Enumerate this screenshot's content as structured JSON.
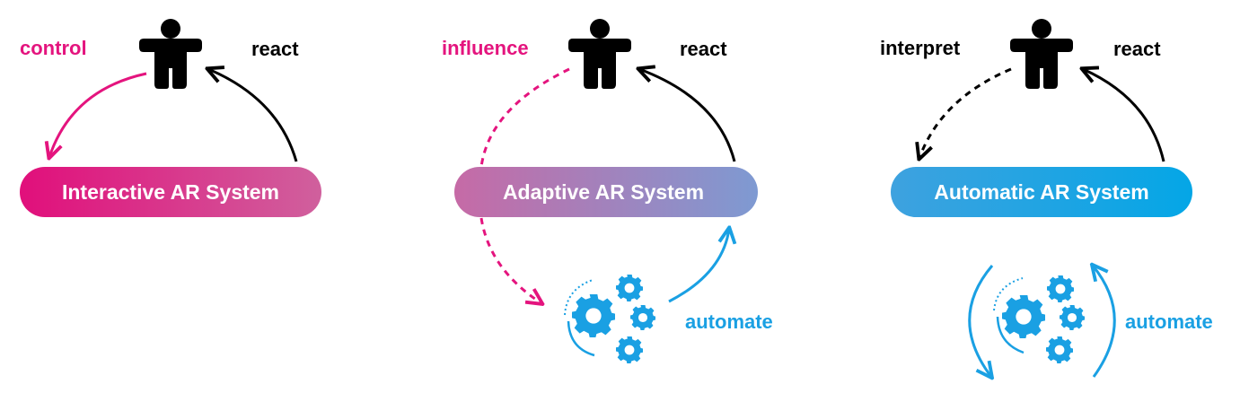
{
  "colors": {
    "magenta": "#e4147e",
    "blue": "#1aa0e3",
    "black": "#000000",
    "adaptive_gradient_start": "#c66aa6",
    "adaptive_gradient_end": "#7e9ad2"
  },
  "panels": [
    {
      "system_label": "Interactive AR System",
      "human_action": "control",
      "human_action_color": "magenta",
      "system_action": "react",
      "icons": [
        "person-icon"
      ]
    },
    {
      "system_label": "Adaptive AR System",
      "human_action": "influence",
      "human_action_color": "magenta",
      "system_action": "react",
      "automation_label": "automate",
      "icons": [
        "person-icon",
        "gears-icon"
      ]
    },
    {
      "system_label": "Automatic AR System",
      "human_action": "interpret",
      "human_action_color": "black",
      "system_action": "react",
      "automation_label": "automate",
      "icons": [
        "person-icon",
        "gears-icon"
      ]
    }
  ]
}
